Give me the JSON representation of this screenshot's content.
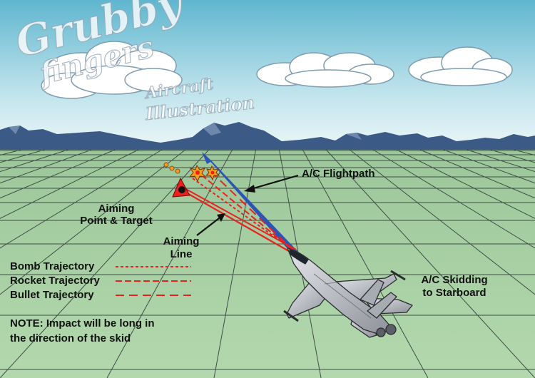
{
  "watermark": {
    "line1": "Grubby",
    "line2": "fingers",
    "line3": "Aircraft",
    "line4": "Illustration"
  },
  "labels": {
    "flightpath": "A/C Flightpath",
    "aiming_point_1": "Aiming",
    "aiming_point_2": "Point & Target",
    "aiming_line_1": "Aiming",
    "aiming_line_2": "Line",
    "skid_1": "A/C Skidding",
    "skid_2": "to Starboard"
  },
  "legend": {
    "items": [
      {
        "label": "Bomb Trajectory",
        "style": "bomb"
      },
      {
        "label": "Rocket Trajectory",
        "style": "rocket"
      },
      {
        "label": "Bullet Trajectory",
        "style": "bullet"
      }
    ]
  },
  "note": {
    "line1": "NOTE: Impact will be long in",
    "line2": "the direction of the skid"
  },
  "colors": {
    "sky_top": "#5fb6cf",
    "sky_bottom": "#eaf6f7",
    "mountains": "#3c5a86",
    "ground": "#a9cfa4",
    "grid": "#3f4d46",
    "trajectory": "#e8231f",
    "flightpath": "#2d55b5",
    "aircraft": "#b9bcc2"
  },
  "icons": {
    "target": "target-triangle-icon",
    "impact": "explosion-icon",
    "aircraft": "fighter-jet-icon"
  }
}
